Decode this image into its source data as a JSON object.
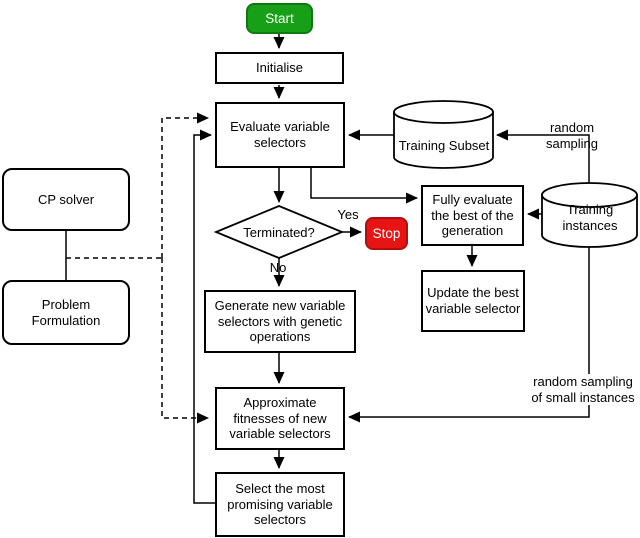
{
  "diagram": {
    "nodes": {
      "start": {
        "label": "Start"
      },
      "initialise": {
        "label": "Initialise"
      },
      "evaluate": {
        "label": "Evaluate variable selectors"
      },
      "training_subset": {
        "label": "Training Subset"
      },
      "training_instances": {
        "label": "Training instances"
      },
      "fully_evaluate": {
        "label": "Fully evaluate the best of the generation"
      },
      "update_best": {
        "label": "Update the best variable selector"
      },
      "terminated": {
        "label": "Terminated?"
      },
      "stop": {
        "label": "Stop"
      },
      "generate": {
        "label": "Generate new variable selectors with genetic operations"
      },
      "approximate": {
        "label": "Approximate fitnesses of new variable selectors"
      },
      "select": {
        "label": "Select the most promising variable selectors"
      },
      "cp_solver": {
        "label": "CP solver"
      },
      "problem_formulation": {
        "label": "Problem Formulation"
      }
    },
    "edge_labels": {
      "yes": "Yes",
      "no": "No",
      "random_sampling": "random sampling",
      "random_sampling_small": "random sampling of small instances"
    },
    "colors": {
      "start_fill": "#17a017",
      "stop_fill": "#e81414",
      "line": "#000000",
      "node_fill": "#ffffff",
      "node_border": "#000000"
    }
  }
}
